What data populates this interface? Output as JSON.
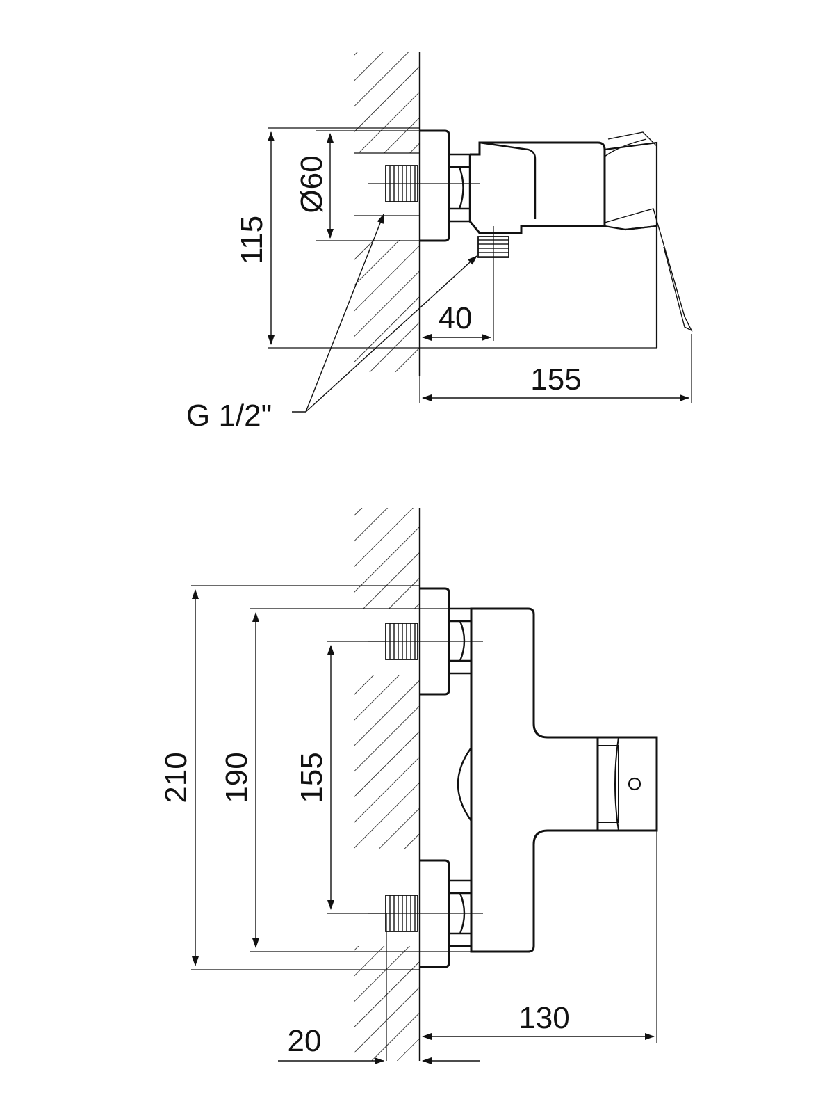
{
  "colors": {
    "line": "#111111",
    "background": "#ffffff"
  },
  "side_view": {
    "dim_height": "115",
    "dim_diameter": "Ø60",
    "dim_outlet": "40",
    "dim_depth": "155",
    "thread_label": "G 1/2\""
  },
  "front_view": {
    "dim_total_height": "210",
    "dim_outer_height": "190",
    "dim_inlet_spacing": "155",
    "dim_wall_offset": "20",
    "dim_depth": "130"
  }
}
